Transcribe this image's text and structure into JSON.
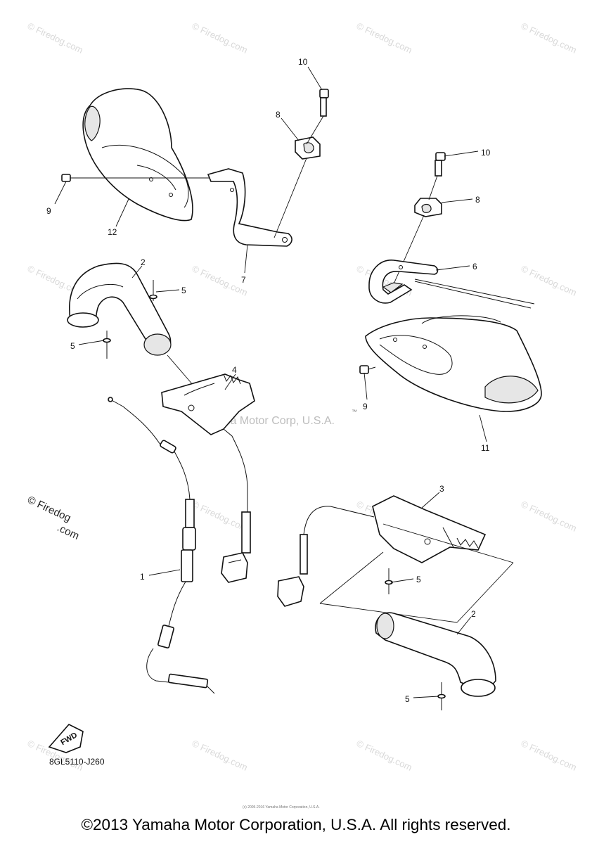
{
  "watermark": {
    "site": "© Firedog.com",
    "mid": "Yamaha Motor Corp, U.S.A.",
    "tm": "™",
    "side_line1": "© Firedog",
    "side_line2": ".com"
  },
  "callouts": {
    "c1": "1",
    "c2a": "2",
    "c2b": "2",
    "c3": "3",
    "c4": "4",
    "c5a": "5",
    "c5b": "5",
    "c5c": "5",
    "c5d": "5",
    "c6": "6",
    "c7": "7",
    "c8a": "8",
    "c8b": "8",
    "c9a": "9",
    "c9b": "9",
    "c10a": "10",
    "c10b": "10",
    "c11": "11",
    "c12": "12"
  },
  "fwd_label": "FWD",
  "part_code": "8GL5110-J260",
  "fine_print": "(c) 2005-2016 Yamaha Motor Corporation, U.S.A.",
  "copyright": "©2013 Yamaha Motor Corporation, U.S.A. All rights reserved."
}
